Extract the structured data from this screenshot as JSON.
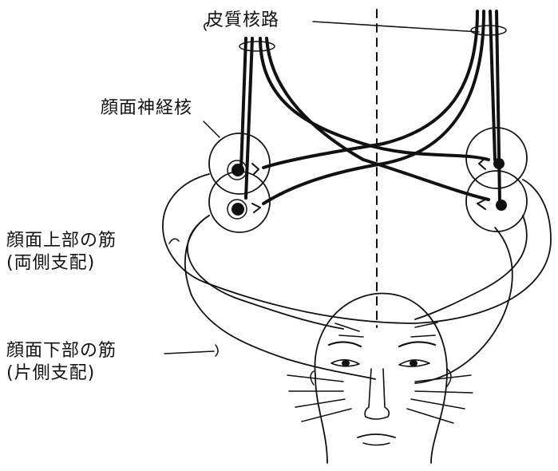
{
  "labels": {
    "corticobulbar_tract": "皮質核路",
    "facial_nucleus": "顔面神経核",
    "upper_face_muscles": "顔面上部の筋",
    "upper_face_innervation": "(両側支配)",
    "lower_face_muscles": "顔面下部の筋",
    "lower_face_innervation": "(片側支配)"
  },
  "colors": {
    "ink": "#111111",
    "background": "#ffffff"
  }
}
